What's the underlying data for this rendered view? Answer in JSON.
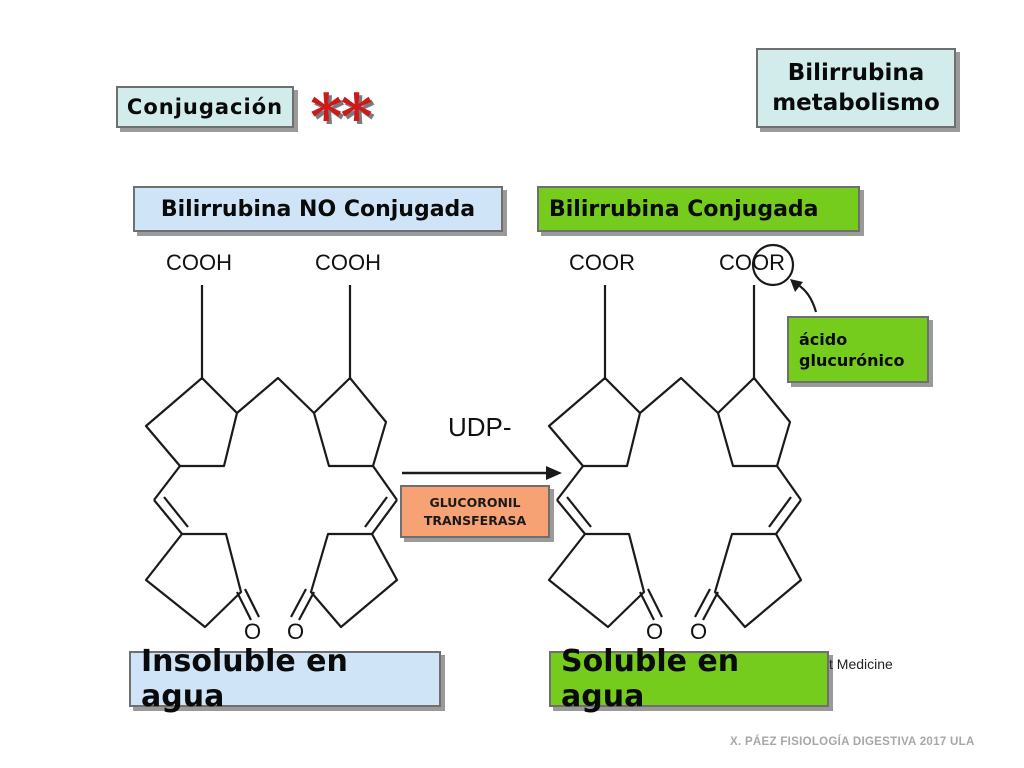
{
  "header": {
    "title_line1": "Bilirrubina",
    "title_line2": "metabolismo",
    "section_label": "Conjugación",
    "stars": "**"
  },
  "left": {
    "heading": "Bilirrubina NO Conjugada",
    "group_top_1": "COOH",
    "group_top_2": "COOH",
    "oxygen_1": "O",
    "oxygen_2": "O",
    "property": "Insoluble en agua"
  },
  "reaction": {
    "cofactor": "UDP-",
    "enzyme_line1": "GLUCORONIL",
    "enzyme_line2": "TRANSFERASA"
  },
  "right": {
    "heading": "Bilirrubina Conjugada",
    "group_top_1": "COOR",
    "group_top_2": "COOR",
    "annotation_line1": "ácido",
    "annotation_line2": "glucurónico",
    "oxygen_1": "O",
    "oxygen_2": "O",
    "property": "Soluble en agua",
    "source_fragment": "t Medicine"
  },
  "footer": {
    "credit": "X. PÁEZ  FISIOLOGÍA DIGESTIVA 2017 ULA"
  },
  "colors": {
    "teal_box": "#d2ecec",
    "blue_box": "#cfe5f7",
    "green_box": "#76cc1c",
    "orange_box": "#f6a274",
    "stars": "#cc1a1a"
  }
}
